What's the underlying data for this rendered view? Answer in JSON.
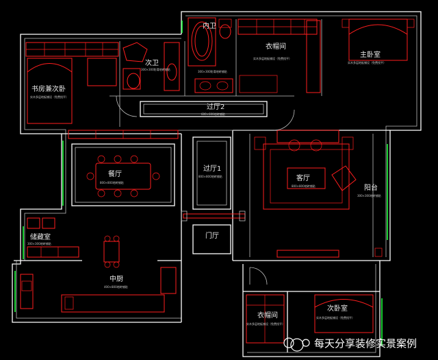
{
  "rooms": {
    "study": {
      "name": "书房兼次卧",
      "note": "实木多层地板铺设（免费找平）"
    },
    "second_bath": {
      "name": "次卫",
      "note": "300×300防滑地砖铺贴"
    },
    "inner_bath": {
      "name": "内卫",
      "note": "300×300防滑地砖铺贴"
    },
    "cloak_main": {
      "name": "衣帽间",
      "note": "实木多层地板铺设（免费找平）"
    },
    "master": {
      "name": "主卧室",
      "note": "实木多层地板铺设（免费找平）"
    },
    "corridor2": {
      "name": "过厅2",
      "note": "600×600地砖铺贴"
    },
    "dining": {
      "name": "餐厅",
      "note": "800×800地砖铺贴"
    },
    "corridor1": {
      "name": "过厅1",
      "note": "800×800地砖铺贴"
    },
    "living": {
      "name": "客厅",
      "note": "800×800地砖铺贴"
    },
    "balcony": {
      "name": "阳台",
      "note": "300×300地砖铺贴"
    },
    "storage": {
      "name": "储藏室",
      "note": "300×300地砖铺贴"
    },
    "entry": {
      "name": "门厅"
    },
    "kitchen": {
      "name": "中厨",
      "note": "400×800地砖铺贴"
    },
    "cloak_second": {
      "name": "衣帽间",
      "note": "实木多层地板铺设（免费找平）"
    },
    "second_bedroom": {
      "name": "次卧室",
      "note": "实木多层地板铺设（免费找平）"
    }
  },
  "watermark": "每天分享装修实景案例",
  "colors": {
    "background": "#000000",
    "wall": "#ffffff",
    "furniture": "#ff1e1e",
    "window": "#1eff3c"
  }
}
